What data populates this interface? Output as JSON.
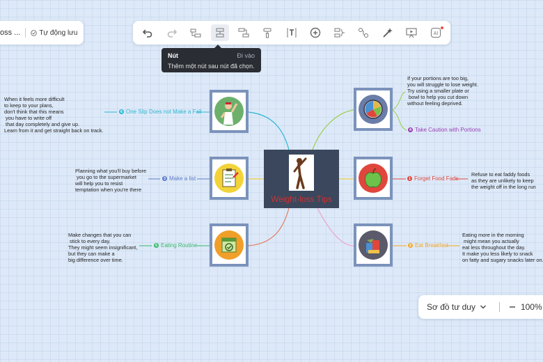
{
  "app": {
    "doc_title": "oss ...",
    "autosave_label": "Tự động lưu"
  },
  "toolbar": {
    "items": [
      {
        "name": "undo-icon"
      },
      {
        "name": "redo-icon"
      },
      {
        "name": "insert-child-node-icon"
      },
      {
        "name": "insert-sibling-node-icon",
        "active": true
      },
      {
        "name": "insert-parent-node-icon"
      },
      {
        "name": "format-painter-icon"
      },
      {
        "name": "text-icon"
      },
      {
        "name": "add-icon"
      },
      {
        "name": "summary-icon"
      },
      {
        "name": "relationship-icon"
      },
      {
        "name": "magic-icon"
      },
      {
        "name": "presentation-icon"
      },
      {
        "name": "ai-icon",
        "notification": true
      }
    ]
  },
  "tooltip": {
    "title": "Nút",
    "shortcut": "Đi vào",
    "description": "Thêm một nút sau nút đã chọn."
  },
  "mindmap": {
    "central_label": "Weight-loss Tips",
    "branches": [
      {
        "num": "6",
        "label": "One Slip Does not Make a Fall",
        "color": "#29b6d4",
        "note": "When it feels more difficult\nto keep to your plans,\ndon't think that this means\n you have to write off\n that day completely and give up.\nLearn from it and get straight back on track."
      },
      {
        "num": "3",
        "label": "Make a list",
        "color": "#5d7ac8",
        "note": "Planning what you'll buy before\n you go to the supermarket\nwill help you to resist\ntemptation when you're there"
      },
      {
        "num": "5",
        "label": "Eating Routine",
        "color": "#37b86a",
        "note": "Make changes that you can\n stick to every day.\nThey might seem insignificant,\nbut they can make a\nbig difference over time."
      },
      {
        "num": "4",
        "label": "Take Caution with Portions",
        "color": "#9b3fb8",
        "note": "If your portions are too big,\nyou will struggle to lose weight.\nTry using a smaller plate or\n bowl to help you cut down\nwithout feeling deprived."
      },
      {
        "num": "1",
        "label": "Forget Food Fads",
        "color": "#e0463c",
        "note": "Refuse to eat faddy foods\nas they are unlikely to keep\nthe weight off in the long run"
      },
      {
        "num": "2",
        "label": "Eat Breakfast",
        "color": "#f5a623",
        "note": "Eating more in the morning\n might mean you actually\neat less throughout the day.\nIt make you less likely to snack\non fatty and sugary snacks later on."
      }
    ]
  },
  "bottom": {
    "view_mode": "Sơ đồ tư duy",
    "zoom": "100%"
  }
}
